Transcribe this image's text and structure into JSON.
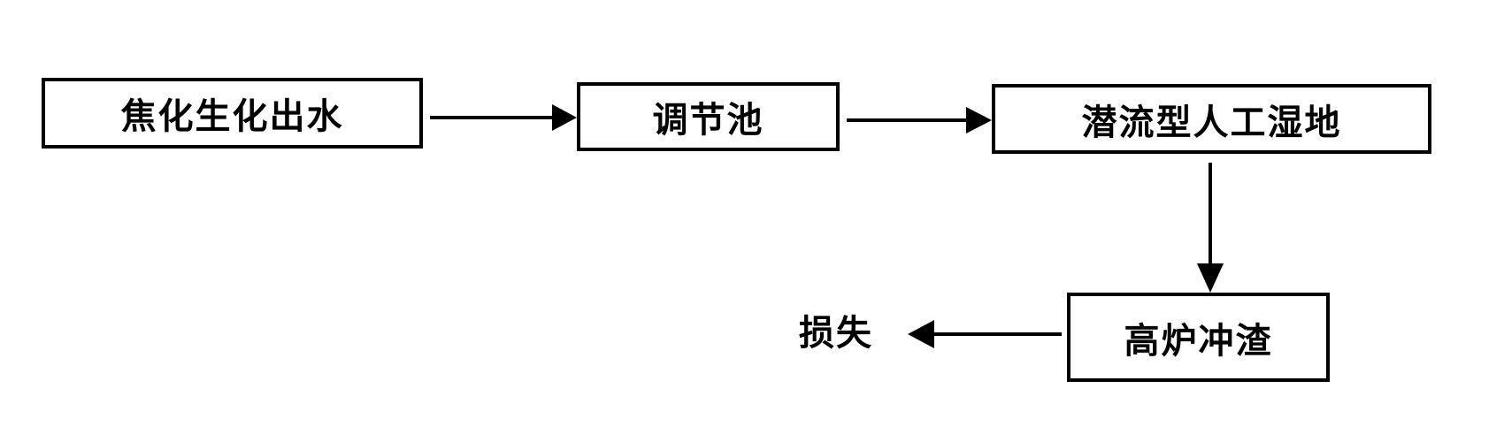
{
  "diagram": {
    "nodes": {
      "source": "焦化生化出水",
      "regulating_tank": "调节池",
      "wetland": "潜流型人工湿地",
      "slag": "高炉冲渣"
    },
    "outputs": {
      "loss": "损失"
    },
    "edges": [
      {
        "from": "source",
        "to": "regulating_tank"
      },
      {
        "from": "regulating_tank",
        "to": "wetland"
      },
      {
        "from": "wetland",
        "to": "slag"
      },
      {
        "from": "slag",
        "to": "loss"
      }
    ]
  }
}
